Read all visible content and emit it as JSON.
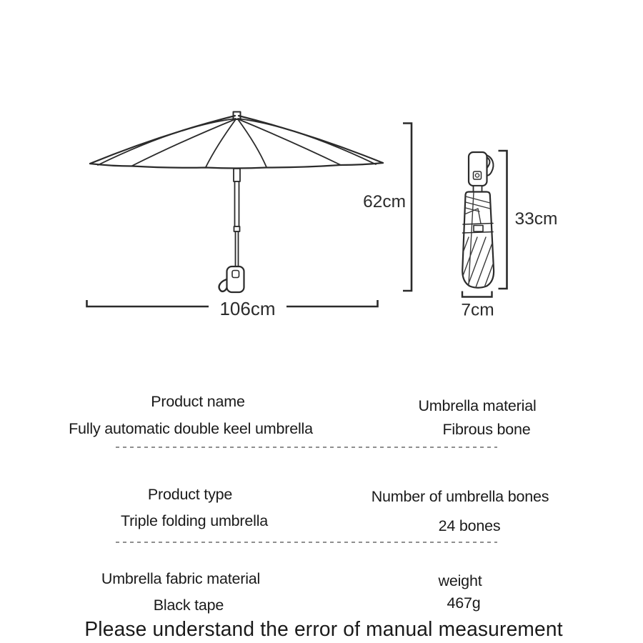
{
  "diagram": {
    "open_umbrella": {
      "height_label": "62cm",
      "width_label": "106cm"
    },
    "folded_umbrella": {
      "height_label": "33cm",
      "width_label": "7cm"
    }
  },
  "specs": {
    "rows": [
      {
        "left_label": "Product name",
        "left_value": "Fully automatic double keel umbrella",
        "right_label": "Umbrella material",
        "right_value": "Fibrous bone"
      },
      {
        "left_label": "Product type",
        "left_value": "Triple folding umbrella",
        "right_label": "Number of umbrella bones",
        "right_value": "24 bones"
      },
      {
        "left_label": "Umbrella fabric material",
        "left_value": "Black tape",
        "right_label": "weight",
        "right_value": "467g"
      }
    ],
    "disclaimer": "Please understand the error of manual measurement"
  },
  "colors": {
    "line": "#2b2b2b",
    "text": "#1a1a1a",
    "dash": "#8f8f8f",
    "background": "#ffffff"
  }
}
